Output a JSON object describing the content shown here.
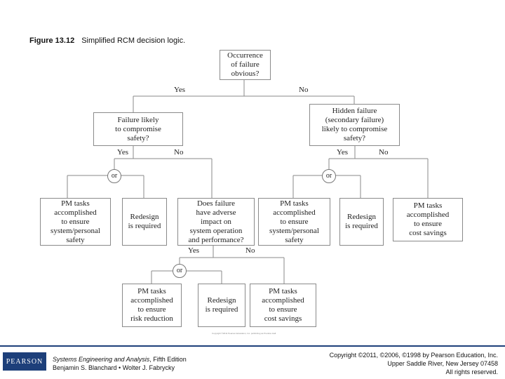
{
  "figure": {
    "number": "Figure 13.12",
    "caption": "Simplified RCM decision logic."
  },
  "nodes": {
    "q_obvious": "Occurrence\nof failure\nobvious?",
    "q_safety": "Failure likely\nto compromise\nsafety?",
    "q_hidden": "Hidden failure\n(secondary failure)\nlikely to compromise\nsafety?",
    "pm_safety_left": "PM tasks\naccomplished\nto ensure\nsystem/personal\nsafety",
    "redesign_left": "Redesign\nis required",
    "q_adverse": "Does failure\nhave adverse\nimpact on\nsystem operation\nand performance?",
    "pm_safety_right": "PM tasks\naccomplished\nto ensure\nsystem/personal\nsafety",
    "redesign_right": "Redesign\nis required",
    "pm_cost_right": "PM tasks\naccomplished\nto ensure\ncost savings",
    "pm_risk": "PM tasks\naccomplished\nto ensure\nrisk reduction",
    "redesign_bottom": "Redesign\nis required",
    "pm_cost_bottom": "PM tasks\naccomplished\nto ensure\ncost savings"
  },
  "labels": {
    "yes": "Yes",
    "no": "No",
    "or": "or"
  },
  "footer": {
    "logo": "PEARSON",
    "book_title": "Systems Engineering and Analysis",
    "edition": ", Fifth Edition",
    "authors": "Benjamin S. Blanchard • Wolter J. Fabrycky",
    "copyright_line1": "Copyright ©2011, ©2006, ©1998 by Pearson Education, Inc.",
    "copyright_line2": "Upper Saddle River, New Jersey 07458",
    "copyright_line3": "All rights reserved.",
    "figure_credit": "Copyright ©2011 Pearson Education, Inc. publishing as Prentice Hall"
  }
}
